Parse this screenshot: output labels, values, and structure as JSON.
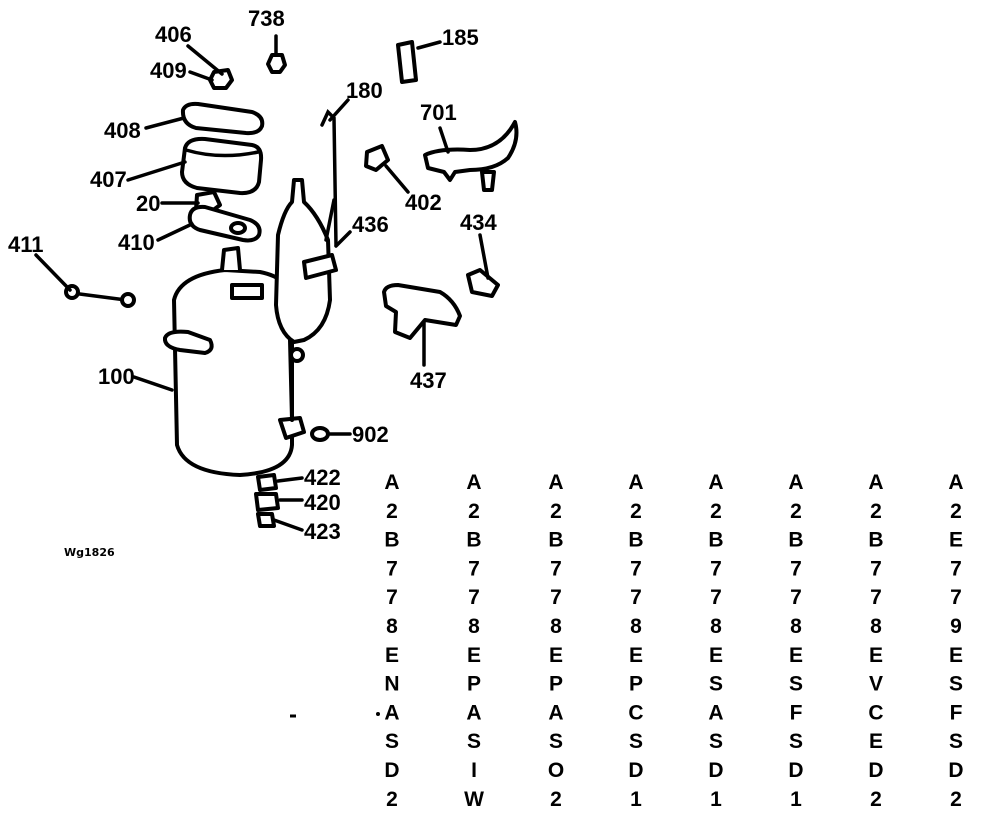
{
  "figure_ref": "Wg1826",
  "callouts": [
    {
      "id": "406",
      "text": "406"
    },
    {
      "id": "738",
      "text": "738"
    },
    {
      "id": "409",
      "text": "409"
    },
    {
      "id": "185",
      "text": "185"
    },
    {
      "id": "180",
      "text": "180"
    },
    {
      "id": "408",
      "text": "408"
    },
    {
      "id": "701",
      "text": "701"
    },
    {
      "id": "407",
      "text": "407"
    },
    {
      "id": "402",
      "text": "402"
    },
    {
      "id": "20",
      "text": "20"
    },
    {
      "id": "436",
      "text": "436"
    },
    {
      "id": "434",
      "text": "434"
    },
    {
      "id": "410",
      "text": "410"
    },
    {
      "id": "411",
      "text": "411"
    },
    {
      "id": "437",
      "text": "437"
    },
    {
      "id": "100",
      "text": "100"
    },
    {
      "id": "902",
      "text": "902"
    },
    {
      "id": "422",
      "text": "422"
    },
    {
      "id": "420",
      "text": "420"
    },
    {
      "id": "423",
      "text": "423"
    }
  ],
  "model_numbers": [
    "A2B778ENASD2",
    "A2B778EPASIW",
    "A2B778EPASO2",
    "A2B778EPCSD1",
    "A2B778ESASD1",
    "A2B778ESFSD1",
    "A2B778EVCED2",
    "A2E779ESFSD2"
  ]
}
